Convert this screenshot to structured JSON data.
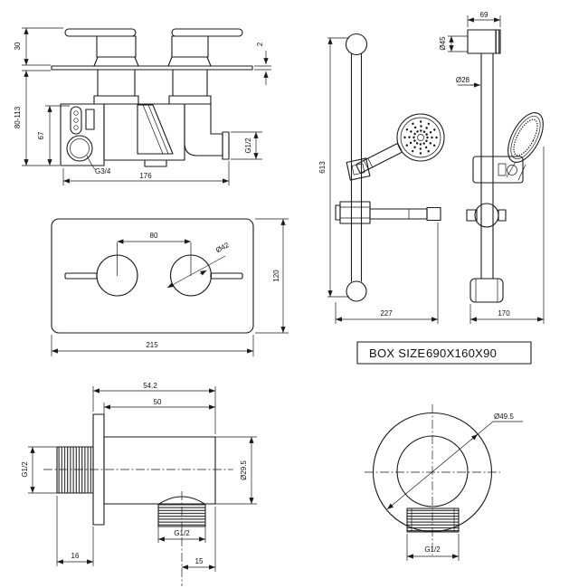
{
  "page": {
    "background": "#ffffff",
    "line_color": "#1a1a1a",
    "text_color": "#111111",
    "drawing_type": "shower-mixer-technical-drawing"
  },
  "box_size": {
    "label": "BOX SIZE",
    "value": "690X160X90"
  },
  "valve_side": {
    "dims": {
      "handle_height": "30",
      "plate_thickness": "2",
      "wall_depth_range": "80-113",
      "body_height": "67",
      "inlet_thread": "G3/4",
      "outlet_thread": "G1/2",
      "overall_width": "176"
    }
  },
  "valve_front": {
    "dims": {
      "handle_spacing": "80",
      "handle_diameter": "Ø42",
      "plate_height": "120",
      "plate_width": "215"
    }
  },
  "riser_front": {
    "dims": {
      "rail_length": "613",
      "overall_width": "227"
    }
  },
  "riser_side": {
    "dims": {
      "bracket_width": "69",
      "bracket_diameter": "Ø45",
      "rail_diameter": "Ø28",
      "overall_depth": "170"
    }
  },
  "outlet_side": {
    "dims": {
      "overall_depth": "54.2",
      "body_depth": "50",
      "inlet_thread": "G1/2",
      "inlet_length": "16",
      "body_diameter": "Ø29.5",
      "outlet_thread": "G1/2",
      "outlet_offset": "15"
    }
  },
  "outlet_front": {
    "dims": {
      "flange_diameter": "Ø49.5",
      "outlet_thread": "G1/2"
    }
  }
}
